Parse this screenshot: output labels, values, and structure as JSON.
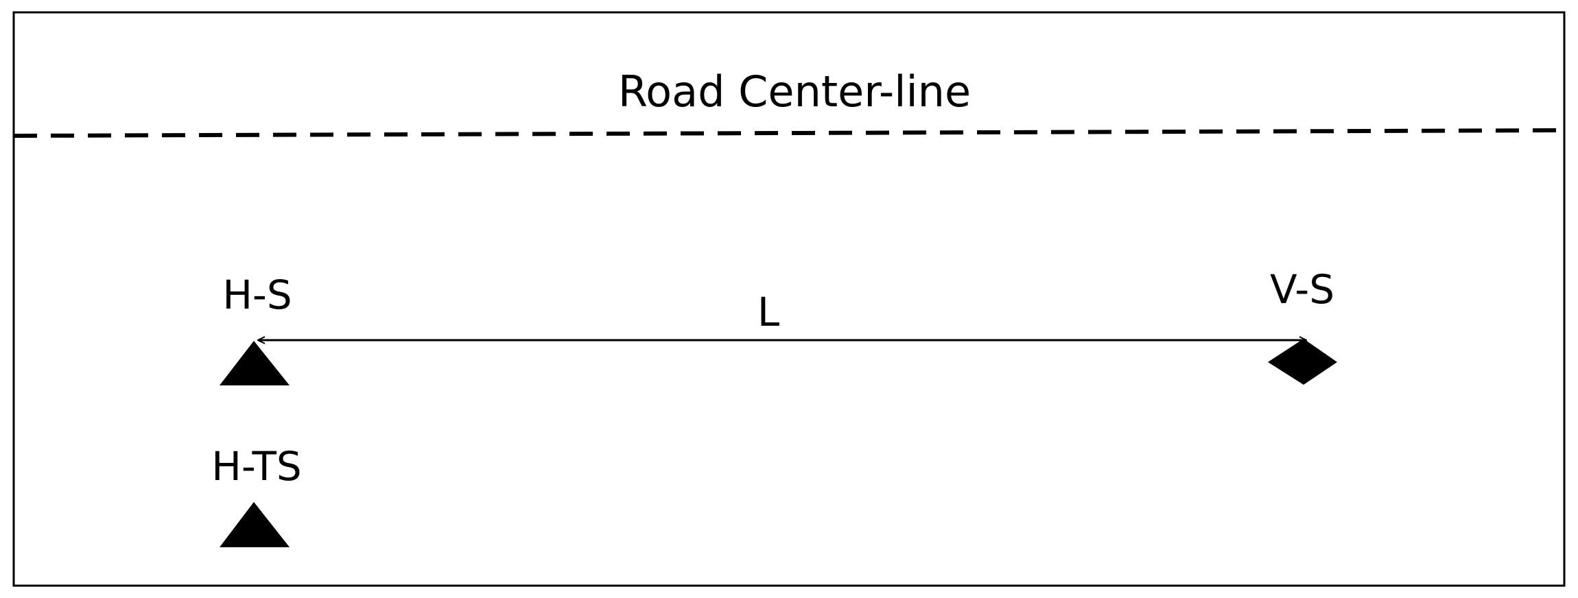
{
  "diagram": {
    "centerline_label": "Road Center-line",
    "nodes": {
      "hs": {
        "label": "H-S",
        "shape": "triangle"
      },
      "hts": {
        "label": "H-TS",
        "shape": "triangle"
      },
      "vs": {
        "label": "V-S",
        "shape": "diamond"
      }
    },
    "distance_label": "L"
  },
  "colors": {
    "stroke": "#000000",
    "background": "#ffffff"
  }
}
